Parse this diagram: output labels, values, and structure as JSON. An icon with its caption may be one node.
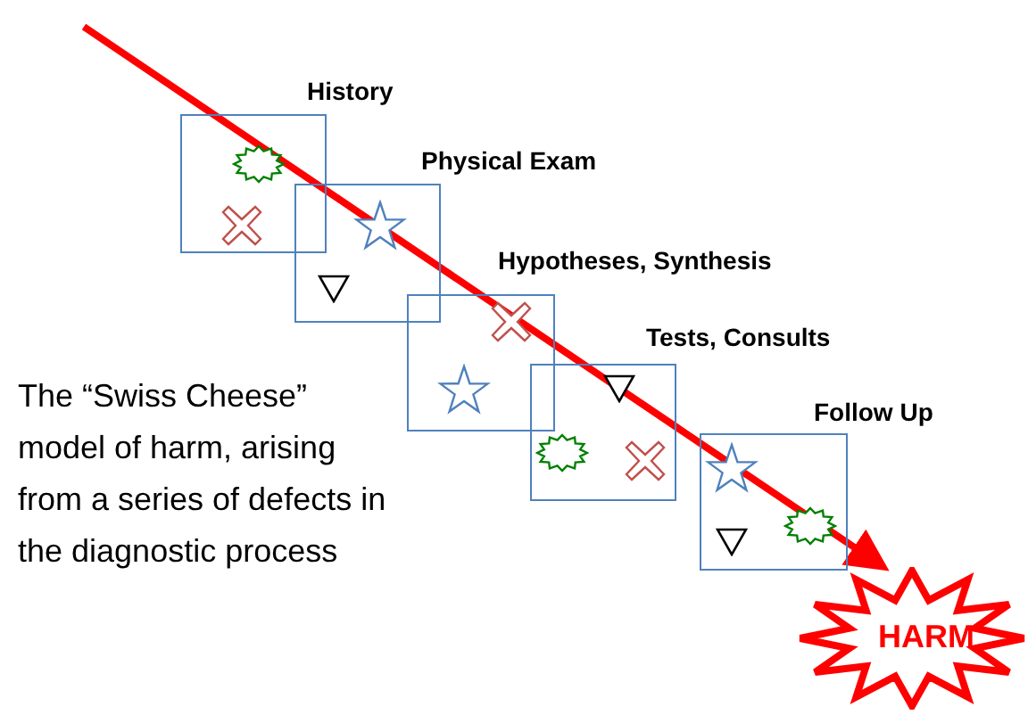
{
  "diagram": {
    "caption": "The “Swiss Cheese” model of harm, arising from a series of defects in the diagnostic process",
    "nodes": [
      {
        "text": [
          "History"
        ]
      },
      {
        "text": [
          "Physical Exam"
        ]
      },
      {
        "text": [
          "Hypotheses, Synthesis"
        ]
      },
      {
        "text": [
          "Tests, Consults"
        ]
      },
      {
        "text": [
          "Follow Up"
        ]
      },
      {
        "text": [
          "HARM"
        ]
      }
    ],
    "edges": [
      {
        "from": null,
        "to": 5,
        "arrow": "to"
      }
    ]
  }
}
